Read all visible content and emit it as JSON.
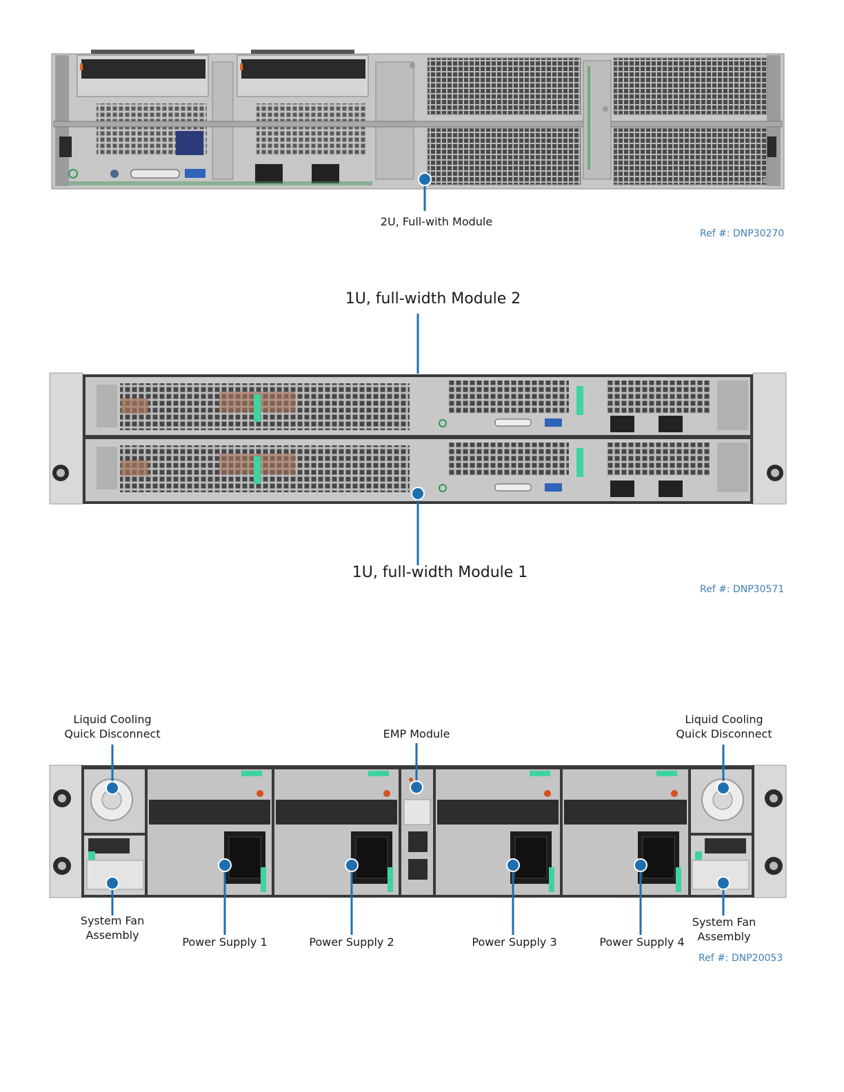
{
  "figure1": {
    "label": "2U, Full-with Module",
    "ref": "Ref #: DNP30270"
  },
  "figure2": {
    "label_top": "1U, full-width Module 2",
    "label_bottom": "1U, full-width Module 1",
    "ref": "Ref #: DNP30571"
  },
  "figure3": {
    "lc_left": [
      "Liquid Cooling",
      "Quick Disconnect"
    ],
    "lc_right": [
      "Liquid Cooling",
      "Quick Disconnect"
    ],
    "emp": "EMP Module",
    "fan_left": [
      "System Fan",
      "Assembly"
    ],
    "fan_right": [
      "System Fan",
      "Assembly"
    ],
    "psu": [
      "Power Supply 1",
      "Power Supply 2",
      "Power Supply 3",
      "Power Supply 4"
    ],
    "ref": "Ref #: DNP20053"
  },
  "colors": {
    "callout": "#1f6fae",
    "chassis": "#c9c9c9",
    "chassis_dark": "#3a3a3a",
    "latch_green": "#3ed3a0",
    "ref_text": "#3f7fb4"
  }
}
